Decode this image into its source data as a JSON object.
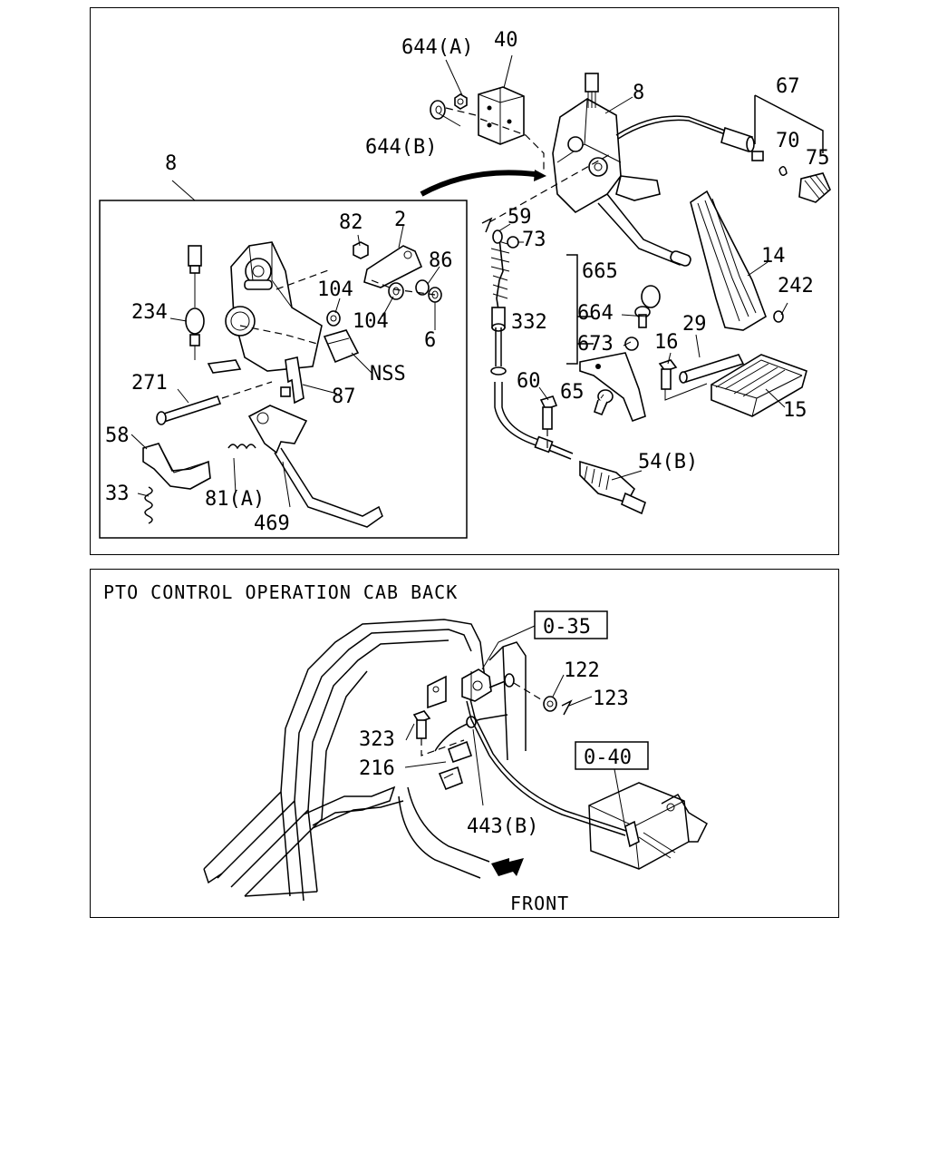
{
  "top_panel": {
    "callouts": {
      "c644a": "644(A)",
      "c40": "40",
      "c8a": "8",
      "c644b": "644(B)",
      "c67": "67",
      "c70": "70",
      "c75": "75",
      "c8b": "8",
      "c82": "82",
      "c2": "2",
      "c86": "86",
      "c104a": "104",
      "c104b": "104",
      "c6": "6",
      "c234": "234",
      "cNSS": "NSS",
      "c271": "271",
      "c87": "87",
      "c58": "58",
      "c33": "33",
      "c81a": "81(A)",
      "c469": "469",
      "c59": "59",
      "c73": "73",
      "c665": "665",
      "c332": "332",
      "c664": "664",
      "c673": "673",
      "c60": "60",
      "c65": "65",
      "c54b": "54(B)",
      "c14": "14",
      "c242": "242",
      "c29": "29",
      "c16": "16",
      "c15": "15"
    }
  },
  "bottom_panel": {
    "title": "PTO CONTROL OPERATION CAB BACK",
    "ref_035": "0-35",
    "ref_040": "0-40",
    "callouts": {
      "c122": "122",
      "c123": "123",
      "c323": "323",
      "c216": "216",
      "c443b": "443(B)"
    },
    "front_label": "FRONT"
  }
}
